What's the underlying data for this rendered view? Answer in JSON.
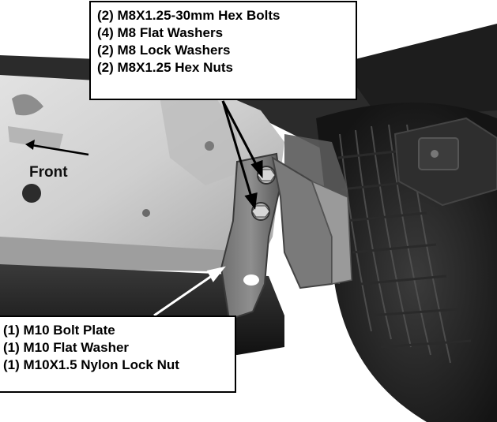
{
  "labels": {
    "hardware_top": [
      "(2) M8X1.25-30mm Hex Bolts",
      "(4) M8 Flat Washers",
      "(2) M8 Lock Washers",
      "(2) M8X1.25 Hex Nuts"
    ],
    "hardware_bottom": [
      "(1) M10 Bolt Plate",
      "(1) M10 Flat Washer",
      "(1) M10X1.5 Nylon Lock Nut"
    ],
    "front": "Front"
  },
  "colors": {
    "background": "#ffffff",
    "callout_border": "#000000",
    "text": "#000000",
    "metal_light": "#c9c9c9",
    "tire": "#1e1e1e"
  }
}
